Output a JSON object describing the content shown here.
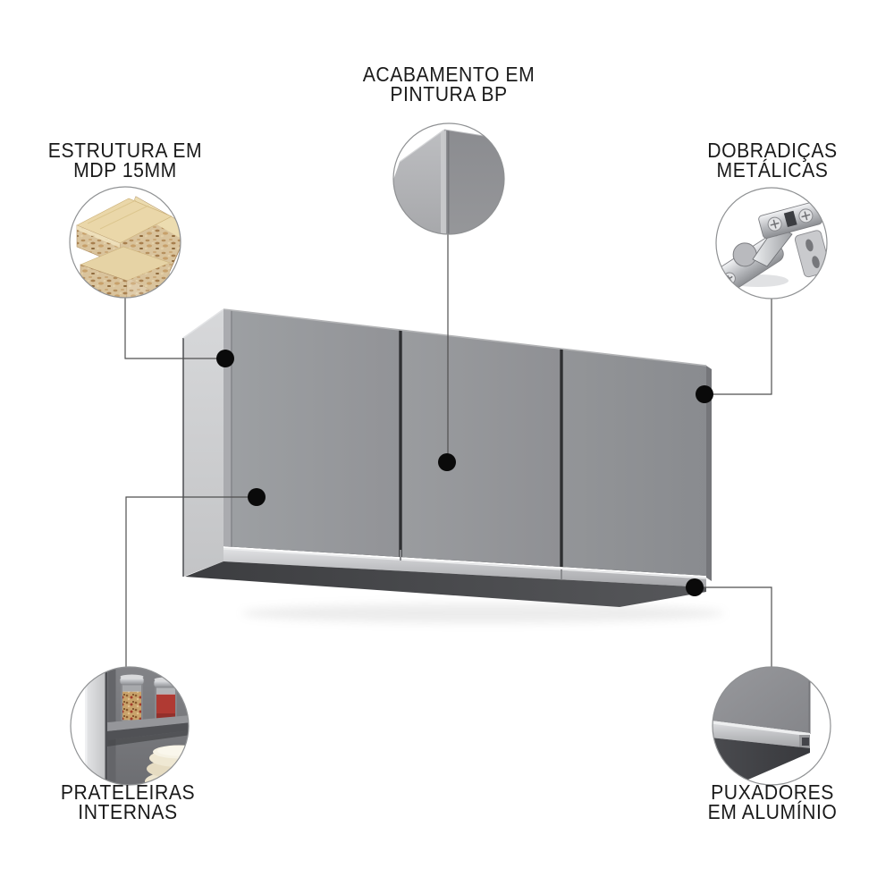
{
  "diagram": {
    "type": "product-feature-callout",
    "product": "Armário aéreo cinza com 3 portas (gray 3-door wall cabinet)",
    "background": "#ffffff",
    "text_color": "#1a1a1a",
    "features": [
      {
        "id": "estrutura-mdp",
        "label": "ESTRUTURA EM\nMDP 15MM",
        "photo": "particleboard-mdp-panels",
        "position": "top-left"
      },
      {
        "id": "acabamento-bp",
        "label": "ACABAMENTO EM\nPINTURA BP",
        "photo": "painted-cabinet-corner",
        "position": "top-center"
      },
      {
        "id": "dobradicas-metalicas",
        "label": "DOBRADIÇAS\nMETÁLICAS",
        "photo": "metal-concealed-hinge",
        "position": "top-right"
      },
      {
        "id": "prateleiras-internas",
        "label": "PRATELEIRAS\nINTERNAS",
        "photo": "internal-shelves-with-jars",
        "position": "bottom-left"
      },
      {
        "id": "puxadores-aluminio",
        "label": "PUXADORES\nEM ALUMÍNIO",
        "photo": "aluminum-profile-handle",
        "position": "bottom-right"
      }
    ],
    "colors": {
      "cabinet_front": "#919296",
      "cabinet_side": "#cbccce",
      "cabinet_underside": "#47484b",
      "aluminum_strip": "#c7c8ca",
      "door_gap": "#2e2f31",
      "callout_dot": "#0a0a0a",
      "callout_line": "#4f4f4f",
      "circle_border": "#8f9193",
      "wood_top": "#ead7a9",
      "chipboard": "#d9c39c",
      "jar_red": "#b03a33",
      "bowl_cream": "#efe8d3"
    }
  }
}
